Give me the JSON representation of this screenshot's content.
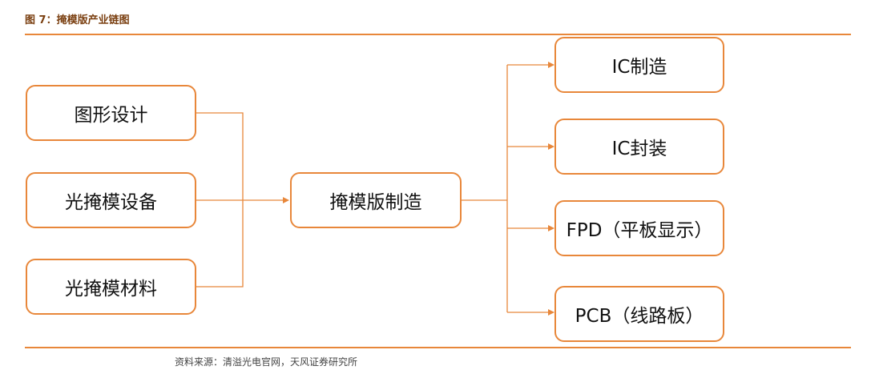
{
  "figure": {
    "title": "图 7：掩模版产业链图"
  },
  "diagram": {
    "inputs": [
      {
        "label": "图形设计"
      },
      {
        "label": "光掩模设备"
      },
      {
        "label": "光掩模材料"
      }
    ],
    "center": {
      "label": "掩模版制造"
    },
    "outputs": [
      {
        "label": "IC制造"
      },
      {
        "label": "IC封装"
      },
      {
        "label": "FPD（平板显示）"
      },
      {
        "label": "PCB（线路板）"
      }
    ],
    "colors": {
      "accent": "#e8873a",
      "title": "#7a3f10"
    }
  },
  "footer": {
    "source": "资料来源：清溢光电官网，天风证券研究所"
  }
}
